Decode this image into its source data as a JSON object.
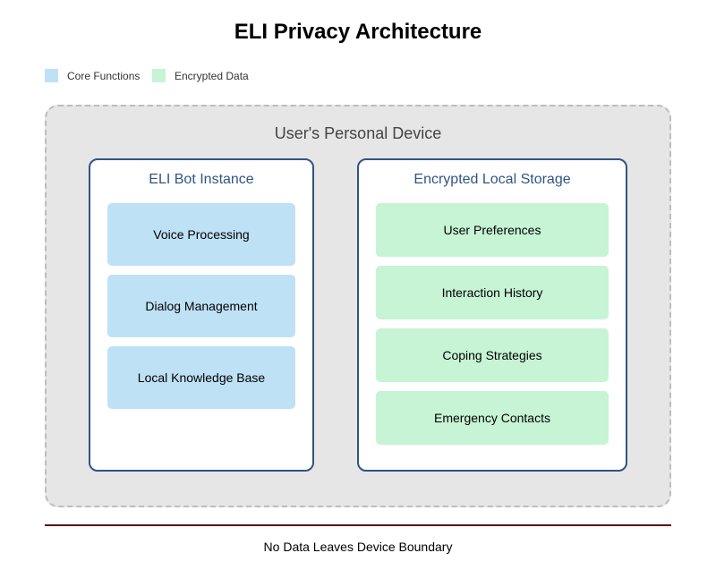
{
  "title": "ELI Privacy Architecture",
  "legend": [
    {
      "label": "Core Functions",
      "color": "#bee1f6"
    },
    {
      "label": "Encrypted Data",
      "color": "#c6f4d4"
    }
  ],
  "device": {
    "title": "User's Personal Device"
  },
  "bot_panel": {
    "title": "ELI Bot Instance",
    "items": [
      "Voice Processing",
      "Dialog Management",
      "Local Knowledge Base"
    ]
  },
  "storage_panel": {
    "title": "Encrypted Local Storage",
    "items": [
      "User Preferences",
      "Interaction History",
      "Coping Strategies",
      "Emergency Contacts"
    ]
  },
  "boundary": {
    "label": "No Data Leaves Device Boundary"
  },
  "colors": {
    "panel_border": "#2f5583",
    "device_background": "#e6e6e6",
    "boundary_line": "#5a0f0f"
  }
}
